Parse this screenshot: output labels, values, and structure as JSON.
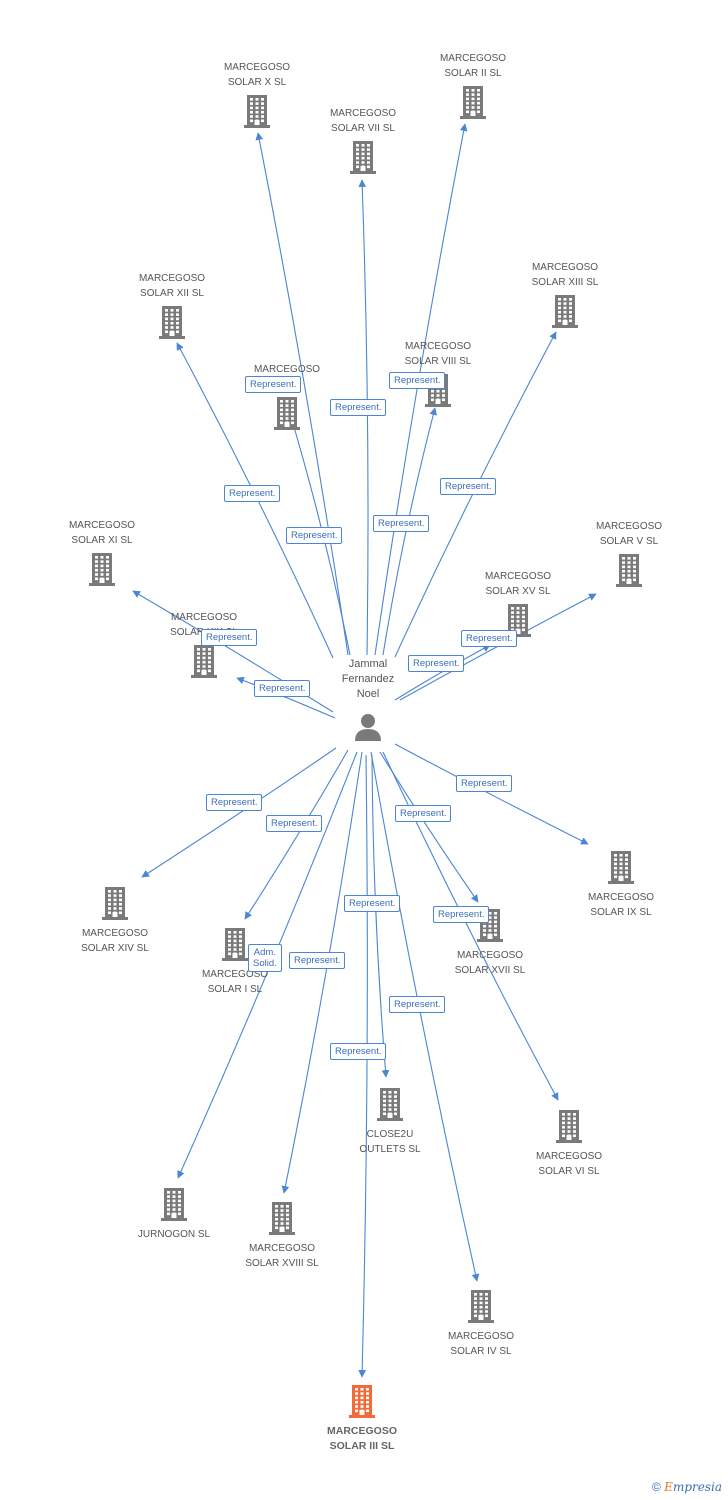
{
  "person": {
    "name_lines": [
      "Jammal",
      "Fernandez",
      "Noel"
    ]
  },
  "companies": [
    {
      "id": "x",
      "lines": [
        "MARCEGOSO",
        "SOLAR X SL"
      ],
      "highlight": false
    },
    {
      "id": "ii",
      "lines": [
        "MARCEGOSO",
        "SOLAR II SL"
      ],
      "highlight": false
    },
    {
      "id": "vii",
      "lines": [
        "MARCEGOSO",
        "SOLAR VII SL"
      ],
      "highlight": false
    },
    {
      "id": "xii",
      "lines": [
        "MARCEGOSO",
        "SOLAR XII SL"
      ],
      "highlight": false
    },
    {
      "id": "xiii",
      "lines": [
        "MARCEGOSO",
        "SOLAR XIII SL"
      ],
      "highlight": false
    },
    {
      "id": "viii",
      "lines": [
        "MARCEGOSO",
        "SOLAR VIII SL"
      ],
      "highlight": false
    },
    {
      "id": "sola",
      "lines": [
        "MARCEGOSO",
        "SOLA"
      ],
      "highlight": false
    },
    {
      "id": "xi",
      "lines": [
        "MARCEGOSO",
        "SOLAR XI SL"
      ],
      "highlight": false
    },
    {
      "id": "v",
      "lines": [
        "MARCEGOSO",
        "SOLAR V SL"
      ],
      "highlight": false
    },
    {
      "id": "xv",
      "lines": [
        "MARCEGOSO",
        "SOLAR XV SL"
      ],
      "highlight": false
    },
    {
      "id": "xix",
      "lines": [
        "MARCEGOSO",
        "SOLAR XIX SL"
      ],
      "highlight": false
    },
    {
      "id": "ix",
      "lines": [
        "MARCEGOSO",
        "SOLAR IX SL"
      ],
      "highlight": false
    },
    {
      "id": "xiv",
      "lines": [
        "MARCEGOSO",
        "SOLAR XIV SL"
      ],
      "highlight": false
    },
    {
      "id": "i",
      "lines": [
        "MARCEGOSO",
        "SOLAR I SL"
      ],
      "highlight": false
    },
    {
      "id": "xvii",
      "lines": [
        "MARCEGOSO",
        "SOLAR XVII SL"
      ],
      "highlight": false
    },
    {
      "id": "close",
      "lines": [
        "CLOSE2U",
        "OUTLETS SL"
      ],
      "highlight": false
    },
    {
      "id": "vi",
      "lines": [
        "MARCEGOSO",
        "SOLAR VI SL"
      ],
      "highlight": false
    },
    {
      "id": "jurn",
      "lines": [
        "JURNOGON  SL"
      ],
      "highlight": false
    },
    {
      "id": "xviii",
      "lines": [
        "MARCEGOSO",
        "SOLAR XVIII SL"
      ],
      "highlight": false
    },
    {
      "id": "iv",
      "lines": [
        "MARCEGOSO",
        "SOLAR IV SL"
      ],
      "highlight": false
    },
    {
      "id": "iii",
      "lines": [
        "MARCEGOSO",
        "SOLAR III SL"
      ],
      "highlight": true
    }
  ],
  "edge_labels": {
    "represent": "Represent.",
    "adm_solid": [
      "Adm.",
      "Solid."
    ]
  },
  "colors": {
    "edge": "#4a86d4",
    "building": "#7a7a7a",
    "building_highlight": "#f26a35",
    "person": "#7a7a7a"
  },
  "footer": {
    "copyright": "©",
    "brand_first": "E",
    "brand_rest": "mpresia"
  }
}
